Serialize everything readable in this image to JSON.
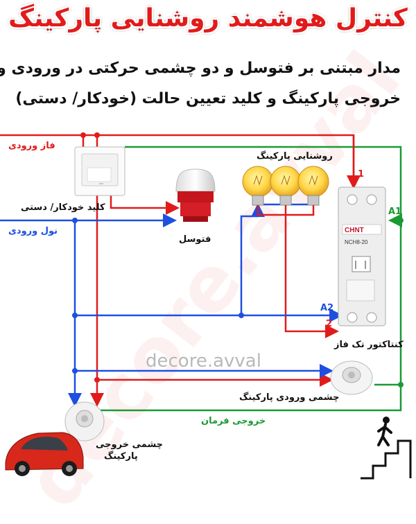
{
  "title": "کنترل هوشمند روشنایی پارکینگ",
  "subtitle_line1": "مدار مبتنی بر فتوسل و دو چشمی حرکتی در ورودی و",
  "subtitle_line2": "خروجی پارکینگ و کلید تعیین حالت (خودکار/ دستی)",
  "labels": {
    "phase_in": "فاز ورودی",
    "neutral_in": "نول ورودی",
    "auto_manual_switch": "کلید خودکار/ دستی",
    "photocell": "فتوسل",
    "parking_lights": "روشنایی پارکینگ",
    "contactor": "کنتاکتور تک فاز",
    "entrance_sensor": "چشمی ورودی پارکینگ",
    "exit_sensor_line1": "چشمی خروجی",
    "exit_sensor_line2": "پارکینگ",
    "control_output": "خروجی فرمان"
  },
  "terminals": {
    "a1": "A1",
    "a2": "A2",
    "t1": "1",
    "t2": "2"
  },
  "contactor_brand": "CHNT",
  "contactor_model": "NCH8-20",
  "watermark": "decore.avval",
  "colors": {
    "phase": "#e11b1b",
    "neutral": "#1f4fe0",
    "control": "#1a9a33",
    "title": "#e11b1b"
  },
  "icons": [
    "switch-icon",
    "photocell-icon",
    "bulb-icon",
    "contactor-icon",
    "motion-sensor-icon",
    "car-icon",
    "walking-person-icon"
  ]
}
